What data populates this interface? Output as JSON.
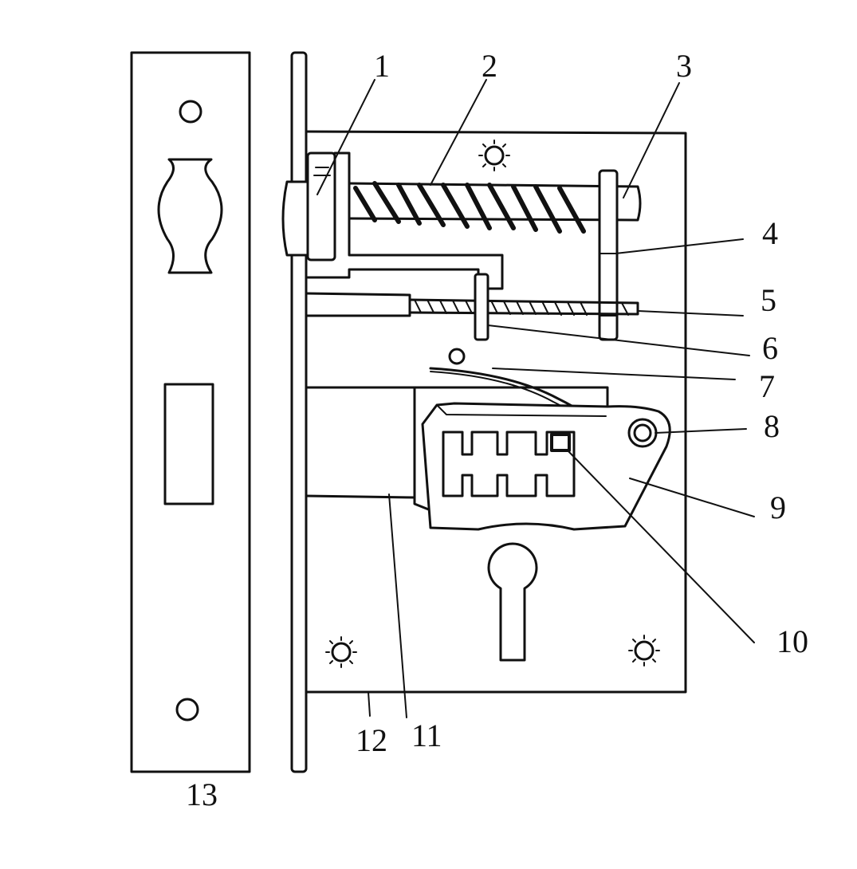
{
  "diagram": {
    "labels": [
      {
        "id": "1",
        "text": "1"
      },
      {
        "id": "2",
        "text": "2"
      },
      {
        "id": "3",
        "text": "3"
      },
      {
        "id": "4",
        "text": "4"
      },
      {
        "id": "5",
        "text": "5"
      },
      {
        "id": "6",
        "text": "6"
      },
      {
        "id": "7",
        "text": "7"
      },
      {
        "id": "8",
        "text": "8"
      },
      {
        "id": "9",
        "text": "9"
      },
      {
        "id": "10",
        "text": "10"
      },
      {
        "id": "11",
        "text": "11"
      },
      {
        "id": "12",
        "text": "12"
      },
      {
        "id": "13",
        "text": "13"
      }
    ],
    "colors": {
      "line": "#111111",
      "background": "#ffffff"
    }
  }
}
